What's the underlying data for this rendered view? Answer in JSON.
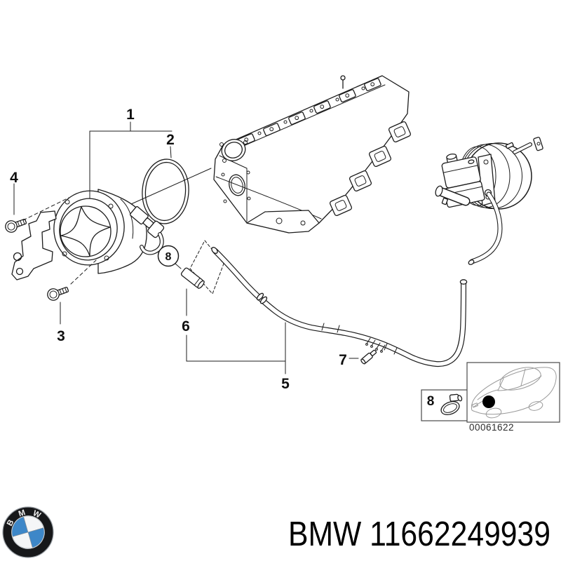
{
  "callouts": {
    "c1": {
      "label": "1"
    },
    "c2": {
      "label": "2"
    },
    "c3": {
      "label": "3"
    },
    "c4": {
      "label": "4"
    },
    "c5": {
      "label": "5"
    },
    "c6": {
      "label": "6"
    },
    "c7": {
      "label": "7"
    },
    "c8": {
      "label": "8"
    }
  },
  "inset": {
    "clamp_label": "8",
    "image_ref": "00061622"
  },
  "footer": {
    "label": "BMW 11662249939",
    "brand": "BMW",
    "part_number": "11662249939"
  },
  "logo": {
    "letters": [
      "B",
      "M",
      "W"
    ]
  },
  "colors": {
    "line": "#1c1c1c",
    "inset_line": "#9a9a9a",
    "logo_blue": "#3d87c8"
  }
}
